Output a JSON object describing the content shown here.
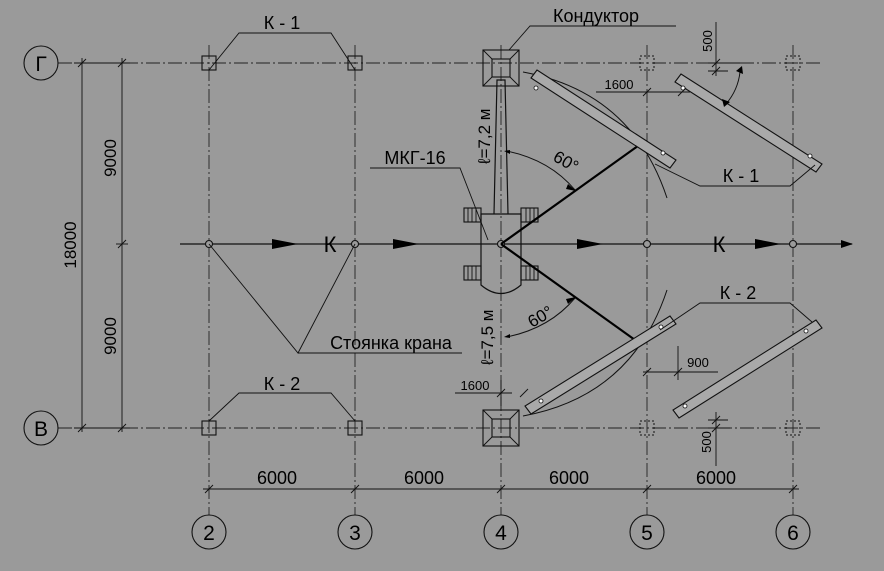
{
  "axes": {
    "rows": [
      "Г",
      "В"
    ],
    "columns": [
      "2",
      "3",
      "4",
      "5",
      "6"
    ]
  },
  "dimensions": {
    "total_vertical": "18000",
    "half_top": "9000",
    "half_bottom": "9000",
    "spans": [
      "6000",
      "6000",
      "6000",
      "6000"
    ],
    "offset_top": "500",
    "offset_bottom": "500",
    "dist_1600_top": "1600",
    "dist_1600_bottom": "1600",
    "dist_900": "900"
  },
  "labels": {
    "k1_left": "К - 1",
    "k2_left": "К - 2",
    "k1_right": "К - 1",
    "k2_right": "К - 2",
    "conductor": "Кондуктор",
    "crane": "МКГ-16",
    "parking": "Стоянка крана",
    "path_left": "К",
    "path_right": "К",
    "reach_top": "ℓ=7,2 м",
    "reach_bottom": "ℓ=7,5 м",
    "angle_top": "60°",
    "angle_bottom": "60°"
  }
}
